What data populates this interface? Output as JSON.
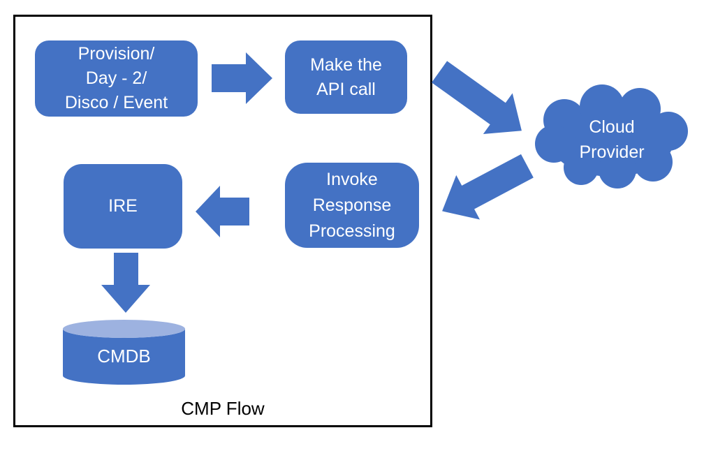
{
  "diagram": {
    "caption": "CMP Flow",
    "colors": {
      "shape_fill": "#4472C4",
      "cylinder_top": "#9DB2E0",
      "text_light": "#FFFFFF",
      "caption_color": "#000000",
      "frame_border": "#000000"
    },
    "nodes": {
      "provision": {
        "lines": [
          "Provision/",
          "Day - 2/",
          "Disco / Event"
        ]
      },
      "make_api_call": {
        "lines": [
          "Make the",
          "API call"
        ]
      },
      "cloud_provider": {
        "lines": [
          "Cloud",
          "Provider"
        ]
      },
      "invoke_response": {
        "lines": [
          "Invoke",
          "Response",
          "Processing"
        ]
      },
      "ire": {
        "lines": [
          "IRE"
        ]
      },
      "cmdb": {
        "lines": [
          "CMDB"
        ]
      }
    },
    "arrows": [
      {
        "name": "provision-to-api-arrow",
        "from": "provision",
        "to": "make_api_call",
        "direction": "right"
      },
      {
        "name": "api-to-cloud-arrow",
        "from": "make_api_call",
        "to": "cloud_provider",
        "direction": "down-right"
      },
      {
        "name": "cloud-to-invoke-arrow",
        "from": "cloud_provider",
        "to": "invoke_response",
        "direction": "down-left"
      },
      {
        "name": "invoke-to-ire-arrow",
        "from": "invoke_response",
        "to": "ire",
        "direction": "left"
      },
      {
        "name": "ire-to-cmdb-arrow",
        "from": "ire",
        "to": "cmdb",
        "direction": "down"
      }
    ]
  }
}
